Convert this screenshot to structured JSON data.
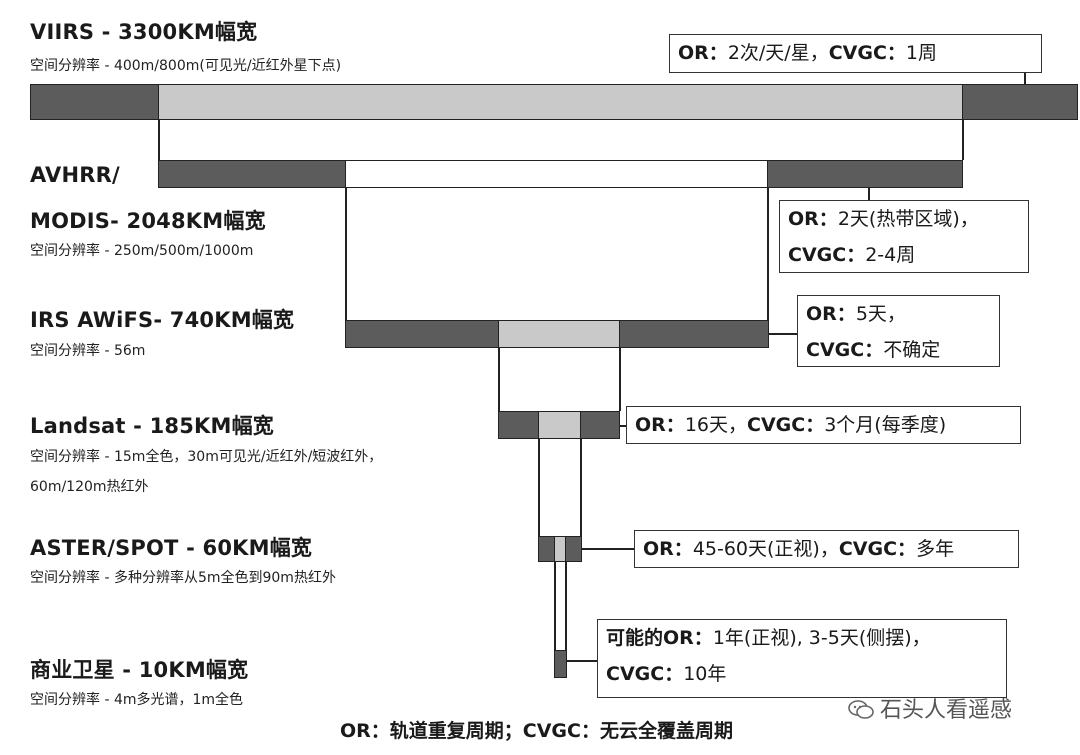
{
  "tiers": [
    {
      "id": "viirs",
      "title": "VIIRS - 3300KM幅宽",
      "res": "空间分辨率 - 400m/800m(可见光/近红外星下点)",
      "info_rows": [
        {
          "k": "OR",
          "v": "2次/天/星，"
        },
        {
          "k": "CVGC",
          "v": "1周"
        }
      ]
    },
    {
      "id": "modis",
      "title_l1": "AVHRR/",
      "title_l2": "MODIS- 2048KM幅宽",
      "res": "空间分辨率 - 250m/500m/1000m",
      "info_rows": [
        {
          "k": "OR",
          "v": "2天(热带区域)，"
        },
        {
          "k": "CVGC",
          "v": "2-4周"
        }
      ]
    },
    {
      "id": "awifs",
      "title": "IRS AWiFS- 740KM幅宽",
      "res": "空间分辨率 - 56m",
      "info_rows": [
        {
          "k": "OR",
          "v": "5天，"
        },
        {
          "k": "CVGC",
          "v": "不确定"
        }
      ]
    },
    {
      "id": "landsat",
      "title": "Landsat - 185KM幅宽",
      "res_l1": "空间分辨率 - 15m全色，30m可见光/近红外/短波红外，",
      "res_l2": "60m/120m热红外",
      "info_rows": [
        {
          "k": "OR",
          "v": "16天，"
        },
        {
          "k": "CVGC",
          "v": "3个月(每季度)"
        }
      ]
    },
    {
      "id": "aster",
      "title": "ASTER/SPOT - 60KM幅宽",
      "res": "空间分辨率 - 多种分辨率从5m全色到90m热红外",
      "info_rows": [
        {
          "k": "OR",
          "v": "45-60天(正视)，"
        },
        {
          "k": "CVGC",
          "v": "多年"
        }
      ]
    },
    {
      "id": "commercial",
      "title": "商业卫星 - 10KM幅宽",
      "res": "空间分辨率 - 4m多光谱，1m全色",
      "info_rows": [
        {
          "k": "可能的OR",
          "v": "1年(正视), 3-5天(侧摆)，"
        },
        {
          "k": "CVGC",
          "v": "10年"
        }
      ]
    }
  ],
  "separator": "：",
  "footer": "OR：轨道重复周期；CVGC：无云全覆盖周期",
  "watermark": "石头人看遥感",
  "colors": {
    "dark": "#5c5c5c",
    "light": "#c9c9c9",
    "line": "#222222"
  }
}
